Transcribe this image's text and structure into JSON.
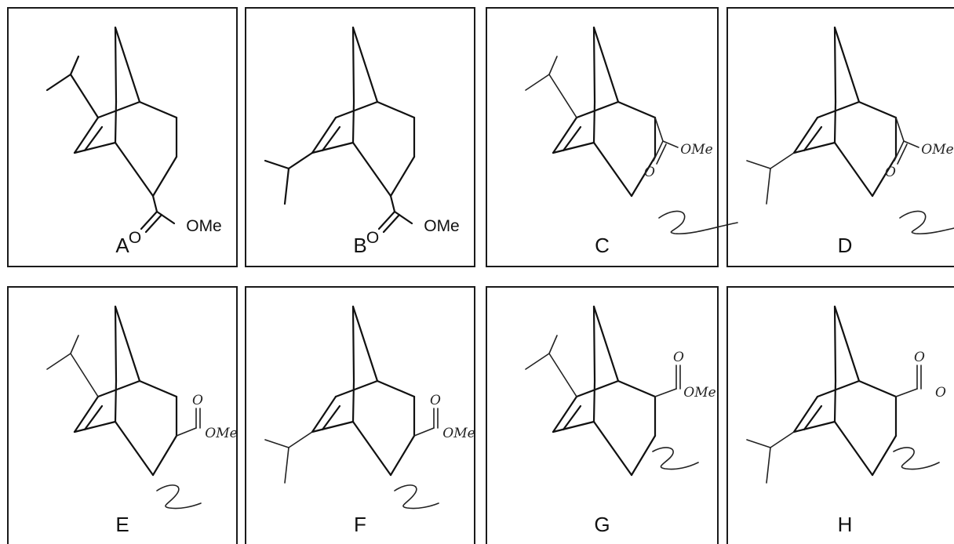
{
  "panels": [
    {
      "id": "A",
      "label": "A",
      "substituent": "upper",
      "ester": "endo",
      "style": "printed",
      "ester_text": "OMe",
      "carbonyl_text": "O"
    },
    {
      "id": "B",
      "label": "B",
      "substituent": "lower",
      "ester": "endo",
      "style": "printed",
      "ester_text": "OMe",
      "carbonyl_text": "O"
    },
    {
      "id": "C",
      "label": "C",
      "substituent": "upper",
      "ester": "endo-hand",
      "style": "hand",
      "ester_text": "OMe",
      "carbonyl_text": "O"
    },
    {
      "id": "D",
      "label": "D",
      "substituent": "lower",
      "ester": "endo-hand",
      "style": "hand",
      "ester_text": "OMe",
      "carbonyl_text": "O"
    },
    {
      "id": "E",
      "label": "E",
      "substituent": "upper",
      "ester": "exo-hand",
      "style": "hand",
      "ester_text": "OMe",
      "carbonyl_text": "O"
    },
    {
      "id": "F",
      "label": "F",
      "substituent": "lower",
      "ester": "exo-hand",
      "style": "hand",
      "ester_text": "OMe",
      "carbonyl_text": "O"
    },
    {
      "id": "G",
      "label": "G",
      "substituent": "upper",
      "ester": "exo-up-hand",
      "style": "hand",
      "ester_text": "OMe",
      "carbonyl_text": "O"
    },
    {
      "id": "H",
      "label": "H",
      "substituent": "lower",
      "ester": "exo-up-hand",
      "style": "hand",
      "ester_text": "O",
      "carbonyl_text": "O"
    }
  ]
}
